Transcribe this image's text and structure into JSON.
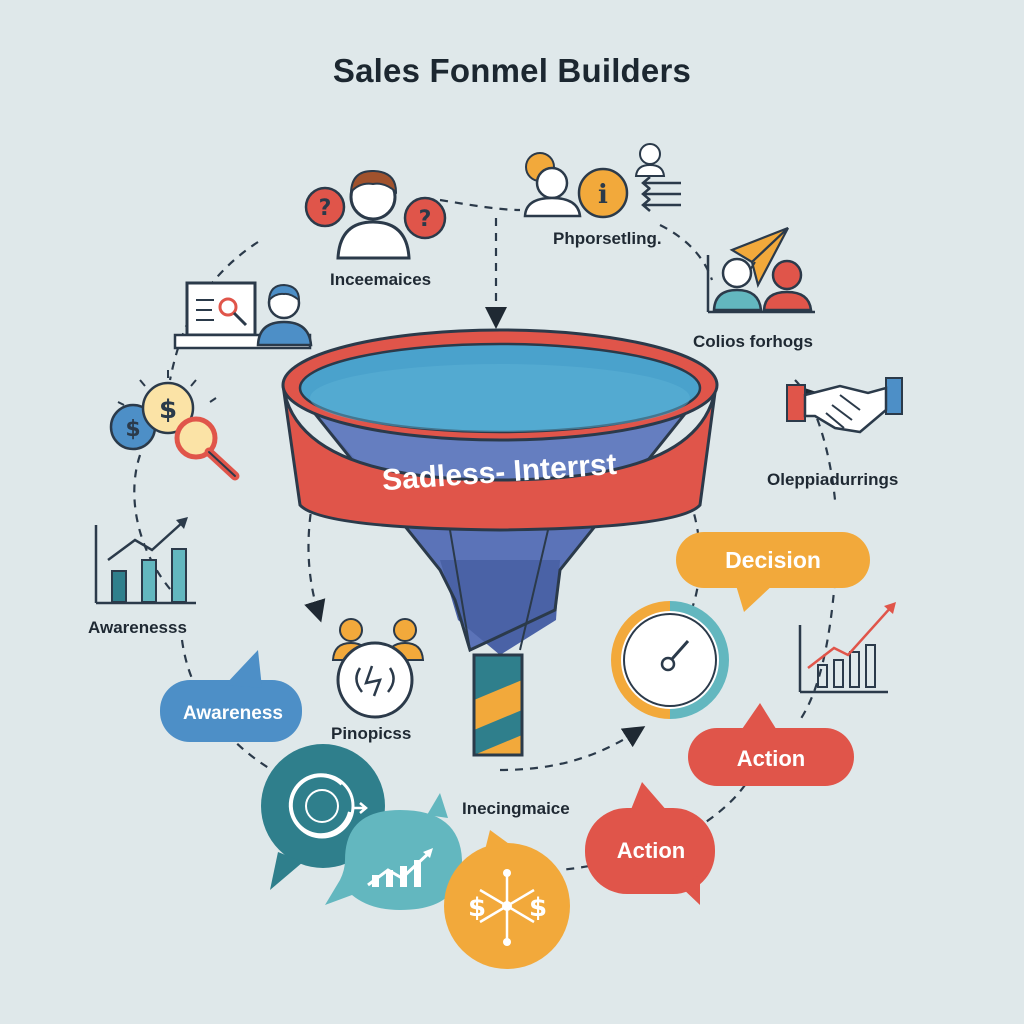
{
  "title": "Sales Fonmel Builders",
  "funnel": {
    "band_label": "Sadless- Interrst"
  },
  "labels": {
    "top_left_people": "Inceemaices",
    "top_right_people": "Phporsetling.",
    "right_upper": "Colios forhogs",
    "right_middle": "Oleppiadurrings",
    "left_chart": "Awarenesss",
    "center_left": "Pinopicss",
    "bottom_center": "Inecingmaice"
  },
  "bubbles": {
    "decision": "Decision",
    "awareness": "Awareness",
    "action_right": "Action",
    "action_bottom": "Action"
  },
  "colors": {
    "background": "#dfe8ea",
    "red": "#e0554a",
    "orange": "#f2a93b",
    "blue": "#4d8fc7",
    "teal": "#2f7f8c",
    "light_teal": "#63b7bf",
    "navy": "#2b3a4a",
    "funnel_blue": "#5b73b8",
    "funnel_water": "#4aa2cc"
  },
  "icons": [
    "question-icon",
    "person-icon",
    "info-icon",
    "arrows-icon",
    "paper-plane-icon",
    "laptop-search-icon",
    "dollar-coin-icon",
    "magnifier-icon",
    "bar-chart-icon",
    "handshake-icon",
    "gauge-icon",
    "line-chart-icon",
    "people-exchange-icon",
    "cycle-icon",
    "network-dollar-icon"
  ]
}
